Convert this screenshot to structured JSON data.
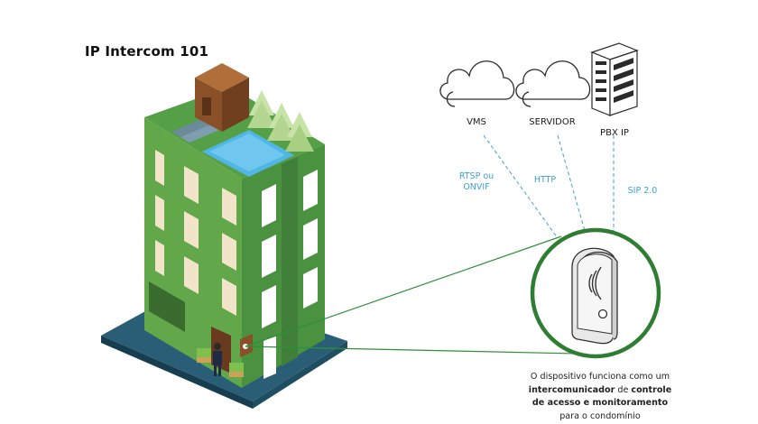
{
  "title": "IP Intercom 101",
  "nodes": {
    "vms": "VMS",
    "server": "SERVIDOR",
    "pbx": "PBX IP"
  },
  "protocols": {
    "rtsp_line1": "RTSP ou",
    "rtsp_line2": "ONVIF",
    "http": "HTTP",
    "sip": "SIP 2.0"
  },
  "caption": {
    "line1": "O dispositivo  funciona como um",
    "line2_bold1": "intercomunicador",
    "line2_mid": " de ",
    "line2_bold2": "controle",
    "line3_bold": "de acesso e monitoramento",
    "line4": "para o condomínio"
  },
  "colors": {
    "building_green": "#62a84a",
    "dark_green": "#3f7f3a",
    "pool_blue": "#4fb6e6",
    "label_blue": "#3da0d8",
    "ground": "#1f4e63"
  }
}
